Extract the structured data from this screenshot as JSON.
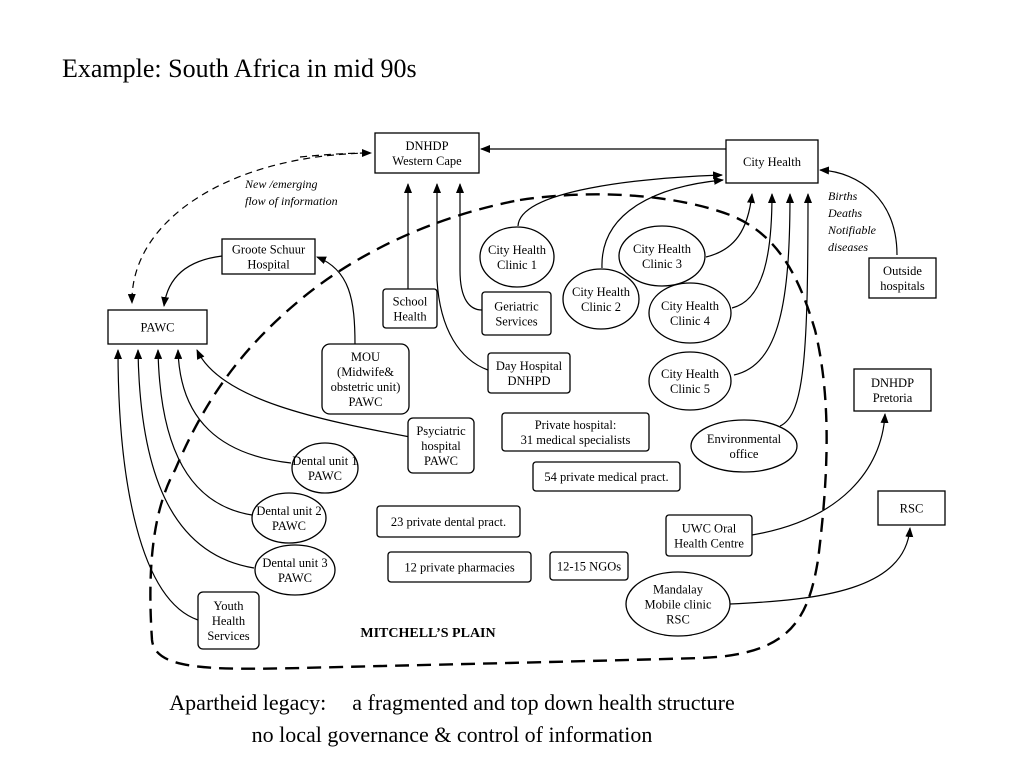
{
  "title": "Example: South Africa in mid 90s",
  "footer": {
    "line1_left": "Apartheid legacy:",
    "line1_right": "a fragmented and top down health structure",
    "line2": "no local governance & control of information"
  },
  "region_label": "MITCHELL’S  PLAIN",
  "info_flow_label": [
    "New /emerging",
    "flow of information"
  ],
  "notification_label": [
    "Births",
    "Deaths",
    "Notifiable",
    "diseases"
  ],
  "nodes": {
    "dnhdp_wc": [
      "DNHDP",
      "Western Cape"
    ],
    "city_health": [
      "City Health"
    ],
    "groote_schuur": [
      "Groote Schuur",
      "Hospital"
    ],
    "pawc": [
      "PAWC"
    ],
    "school_health": [
      "School",
      "Health"
    ],
    "geriatric": [
      "Geriatric",
      "Services"
    ],
    "day_hospital": [
      "Day Hospital",
      "DNHPD"
    ],
    "mou": [
      "MOU",
      "(Midwife&",
      "obstetric unit)",
      "PAWC"
    ],
    "clinic1": [
      "City Health",
      "Clinic 1"
    ],
    "clinic2": [
      "City Health",
      "Clinic 2"
    ],
    "clinic3": [
      "City Health",
      "Clinic 3"
    ],
    "clinic4": [
      "City Health",
      "Clinic 4"
    ],
    "clinic5": [
      "City Health",
      "Clinic 5"
    ],
    "outside_hospitals": [
      "Outside",
      "hospitals"
    ],
    "dnhdp_pretoria": [
      "DNHDP",
      "Pretoria"
    ],
    "rsc": [
      "RSC"
    ],
    "psychiatric": [
      "Psyciatric",
      "hospital",
      "PAWC"
    ],
    "private_hospital": [
      "Private hospital:",
      "31 medical specialists"
    ],
    "environmental": [
      "Environmental",
      "office"
    ],
    "private_medical": [
      "54 private medical pract."
    ],
    "dental1": [
      "Dental unit 1",
      "PAWC"
    ],
    "dental2": [
      "Dental unit 2",
      "PAWC"
    ],
    "dental3": [
      "Dental unit 3",
      "PAWC"
    ],
    "private_dental": [
      "23 private dental pract."
    ],
    "uwc_oral": [
      "UWC Oral",
      "Health Centre"
    ],
    "pharmacies": [
      "12 private pharmacies"
    ],
    "ngos": [
      "12-15 NGOs"
    ],
    "mandalay": [
      "Mandalay",
      "Mobile clinic",
      "RSC"
    ],
    "youth": [
      "Youth",
      "Health",
      "Services"
    ]
  }
}
